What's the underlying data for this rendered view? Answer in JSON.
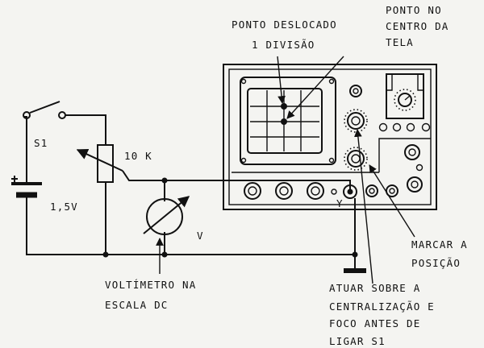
{
  "labels": {
    "spot_displaced_line1": "PONTO DESLOCADO",
    "spot_displaced_line2": "1 DIVISÃO",
    "spot_center_line1": "PONTO NO",
    "spot_center_line2": "CENTRO DA",
    "spot_center_line3": "TELA",
    "switch": "S1",
    "resistor": "10 K",
    "battery": "1,5V",
    "voltmeter_symbol": "V",
    "y_input": "Y",
    "voltmeter_line1": "VOLTÍMETRO NA",
    "voltmeter_line2": "ESCALA DC",
    "mark_position_line1": "MARCAR A",
    "mark_position_line2": "POSIÇÃO",
    "instructions_line1": "ATUAR SOBRE A",
    "instructions_line2": "CENTRALIZAÇÃO E",
    "instructions_line3": "FOCO ANTES DE",
    "instructions_line4": "LIGAR S1"
  },
  "colors": {
    "ink": "#111111",
    "paper": "#f4f4f1"
  }
}
